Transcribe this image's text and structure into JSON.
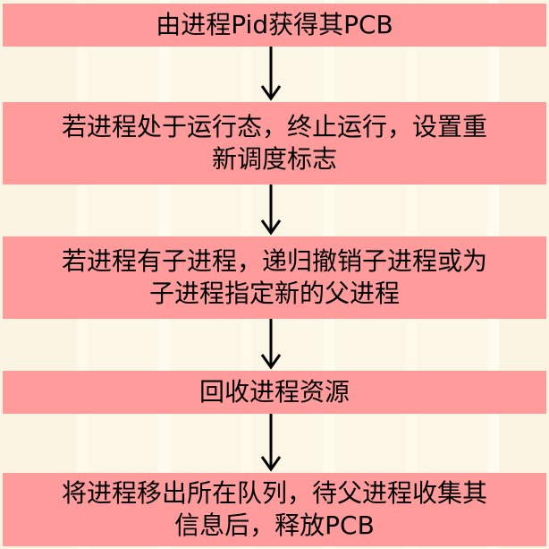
{
  "steps": [
    {
      "lines": [
        "由进程Pid获得其PCB"
      ]
    },
    {
      "lines": [
        "若进程处于运行态，终止运行，设置重",
        "新调度标志"
      ]
    },
    {
      "lines": [
        "若进程有子进程，递归撤销子进程或为",
        "子进程指定新的父进程"
      ]
    },
    {
      "lines": [
        "回收进程资源"
      ]
    },
    {
      "lines": [
        "将进程移出所在队列，待父进程收集其",
        "信息后，释放PCB"
      ]
    }
  ],
  "colors": {
    "box_fill": "#ff9b9b",
    "background": "#fcf6e6",
    "arrow": "#000000"
  }
}
